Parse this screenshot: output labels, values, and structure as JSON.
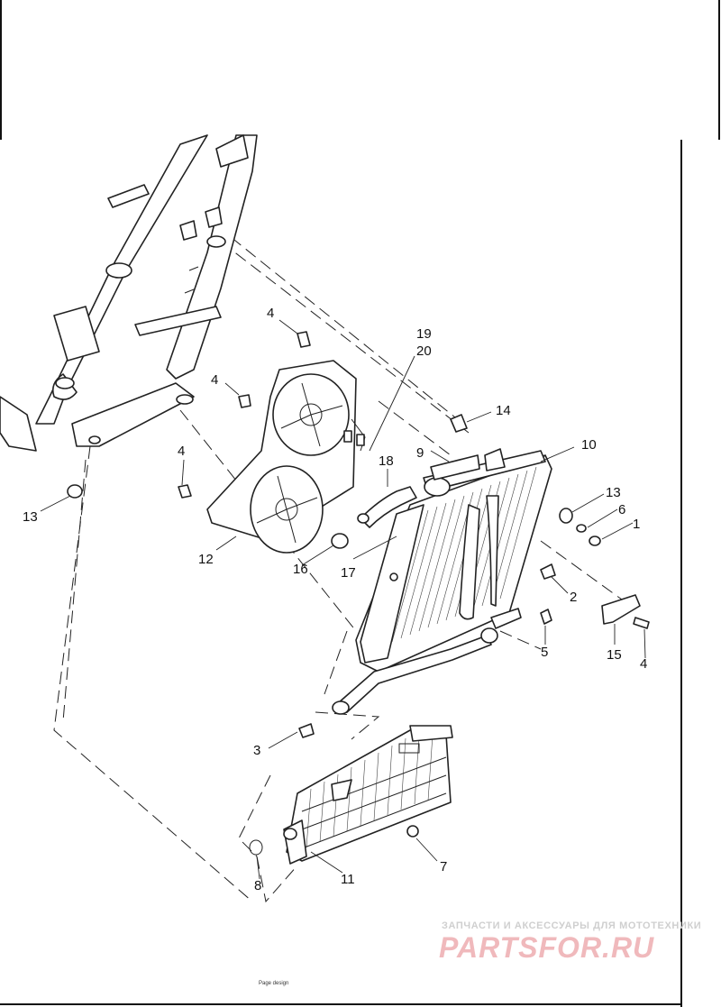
{
  "diagram": {
    "callouts": [
      "1",
      "2",
      "3",
      "4",
      "4",
      "4",
      "4",
      "5",
      "6",
      "7",
      "8",
      "9",
      "10",
      "11",
      "12",
      "13",
      "13",
      "14",
      "15",
      "16",
      "17",
      "18",
      "19",
      "20"
    ]
  },
  "footer": {
    "text": "Page design"
  },
  "watermark": {
    "tagline": "ЗАПЧАСТИ И АКСЕССУАРЫ ДЛЯ МОТОТЕХНИКИ",
    "brand": "PARTSFOR.RU",
    "brand_color": "#f0b9bc"
  },
  "colors": {
    "line": "#222222",
    "background": "#ffffff"
  }
}
